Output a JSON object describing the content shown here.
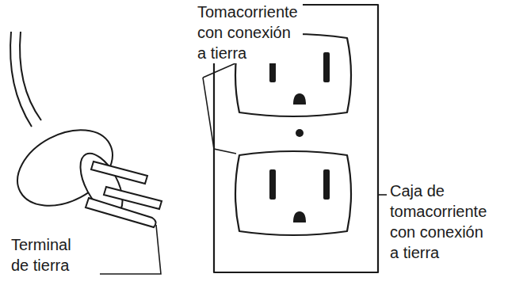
{
  "diagram": {
    "labels": [
      "Tomacorriente con conexión a tierra",
      "Caja de tomacorriente con conexión a tierra",
      "Terminal de tierra"
    ]
  }
}
